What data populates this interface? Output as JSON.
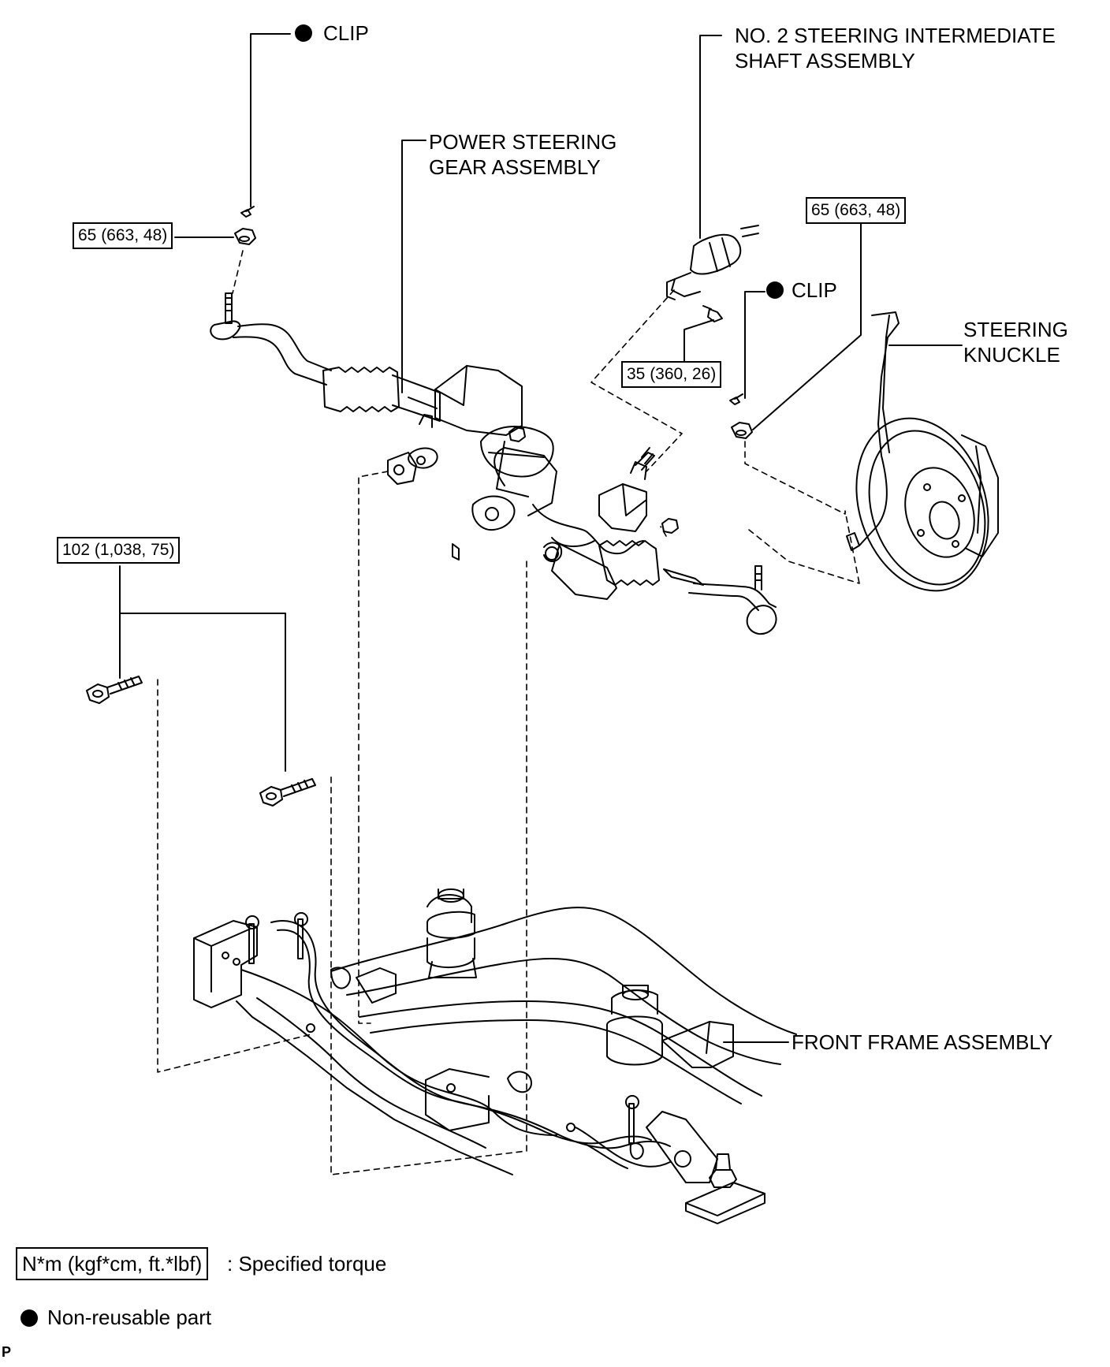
{
  "labels": {
    "clip_top": "CLIP",
    "clip_right": "CLIP",
    "intermediate_shaft_line1": "NO. 2 STEERING INTERMEDIATE",
    "intermediate_shaft_line2": "SHAFT ASSEMBLY",
    "gear_assembly_line1": "POWER STEERING",
    "gear_assembly_line2": "GEAR ASSEMBLY",
    "knuckle_line1": "STEERING",
    "knuckle_line2": "KNUCKLE",
    "front_frame": "FRONT FRAME ASSEMBLY"
  },
  "torques": {
    "tie_rod_nut_left": "65 (663, 48)",
    "tie_rod_nut_right": "65 (663, 48)",
    "shaft_bolt": "35 (360, 26)",
    "frame_bolts": "102 (1,038, 75)"
  },
  "legend": {
    "torque_unit": "N*m (kgf*cm, ft.*lbf)",
    "torque_text": ": Specified torque",
    "nonreusable_text": "Non-reusable part"
  },
  "corner_mark": "P"
}
